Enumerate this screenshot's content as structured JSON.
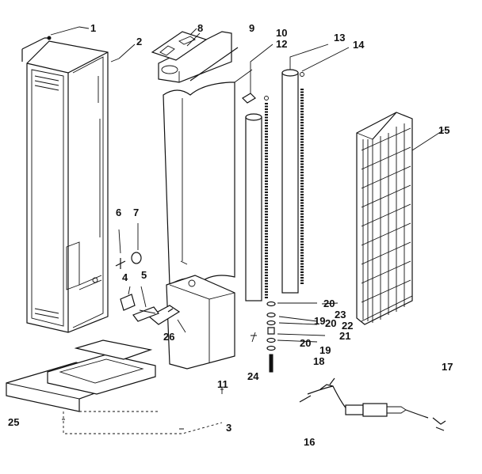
{
  "labels": {
    "l1": "1",
    "l2": "2",
    "l3": "3",
    "l4": "4",
    "l5": "5",
    "l6": "6",
    "l7": "7",
    "l8": "8",
    "l9": "9",
    "l10": "10",
    "l11": "11",
    "l12": "12",
    "l13": "13",
    "l14": "14",
    "l15": "15",
    "l16": "16",
    "l17": "17",
    "l18": "18",
    "l19a": "19",
    "l19b": "19",
    "l20a": "20",
    "l20b": "20",
    "l20c": "20",
    "l21": "21",
    "l22": "22",
    "l23": "23",
    "l24": "24",
    "l25": "25",
    "l26": "26"
  }
}
